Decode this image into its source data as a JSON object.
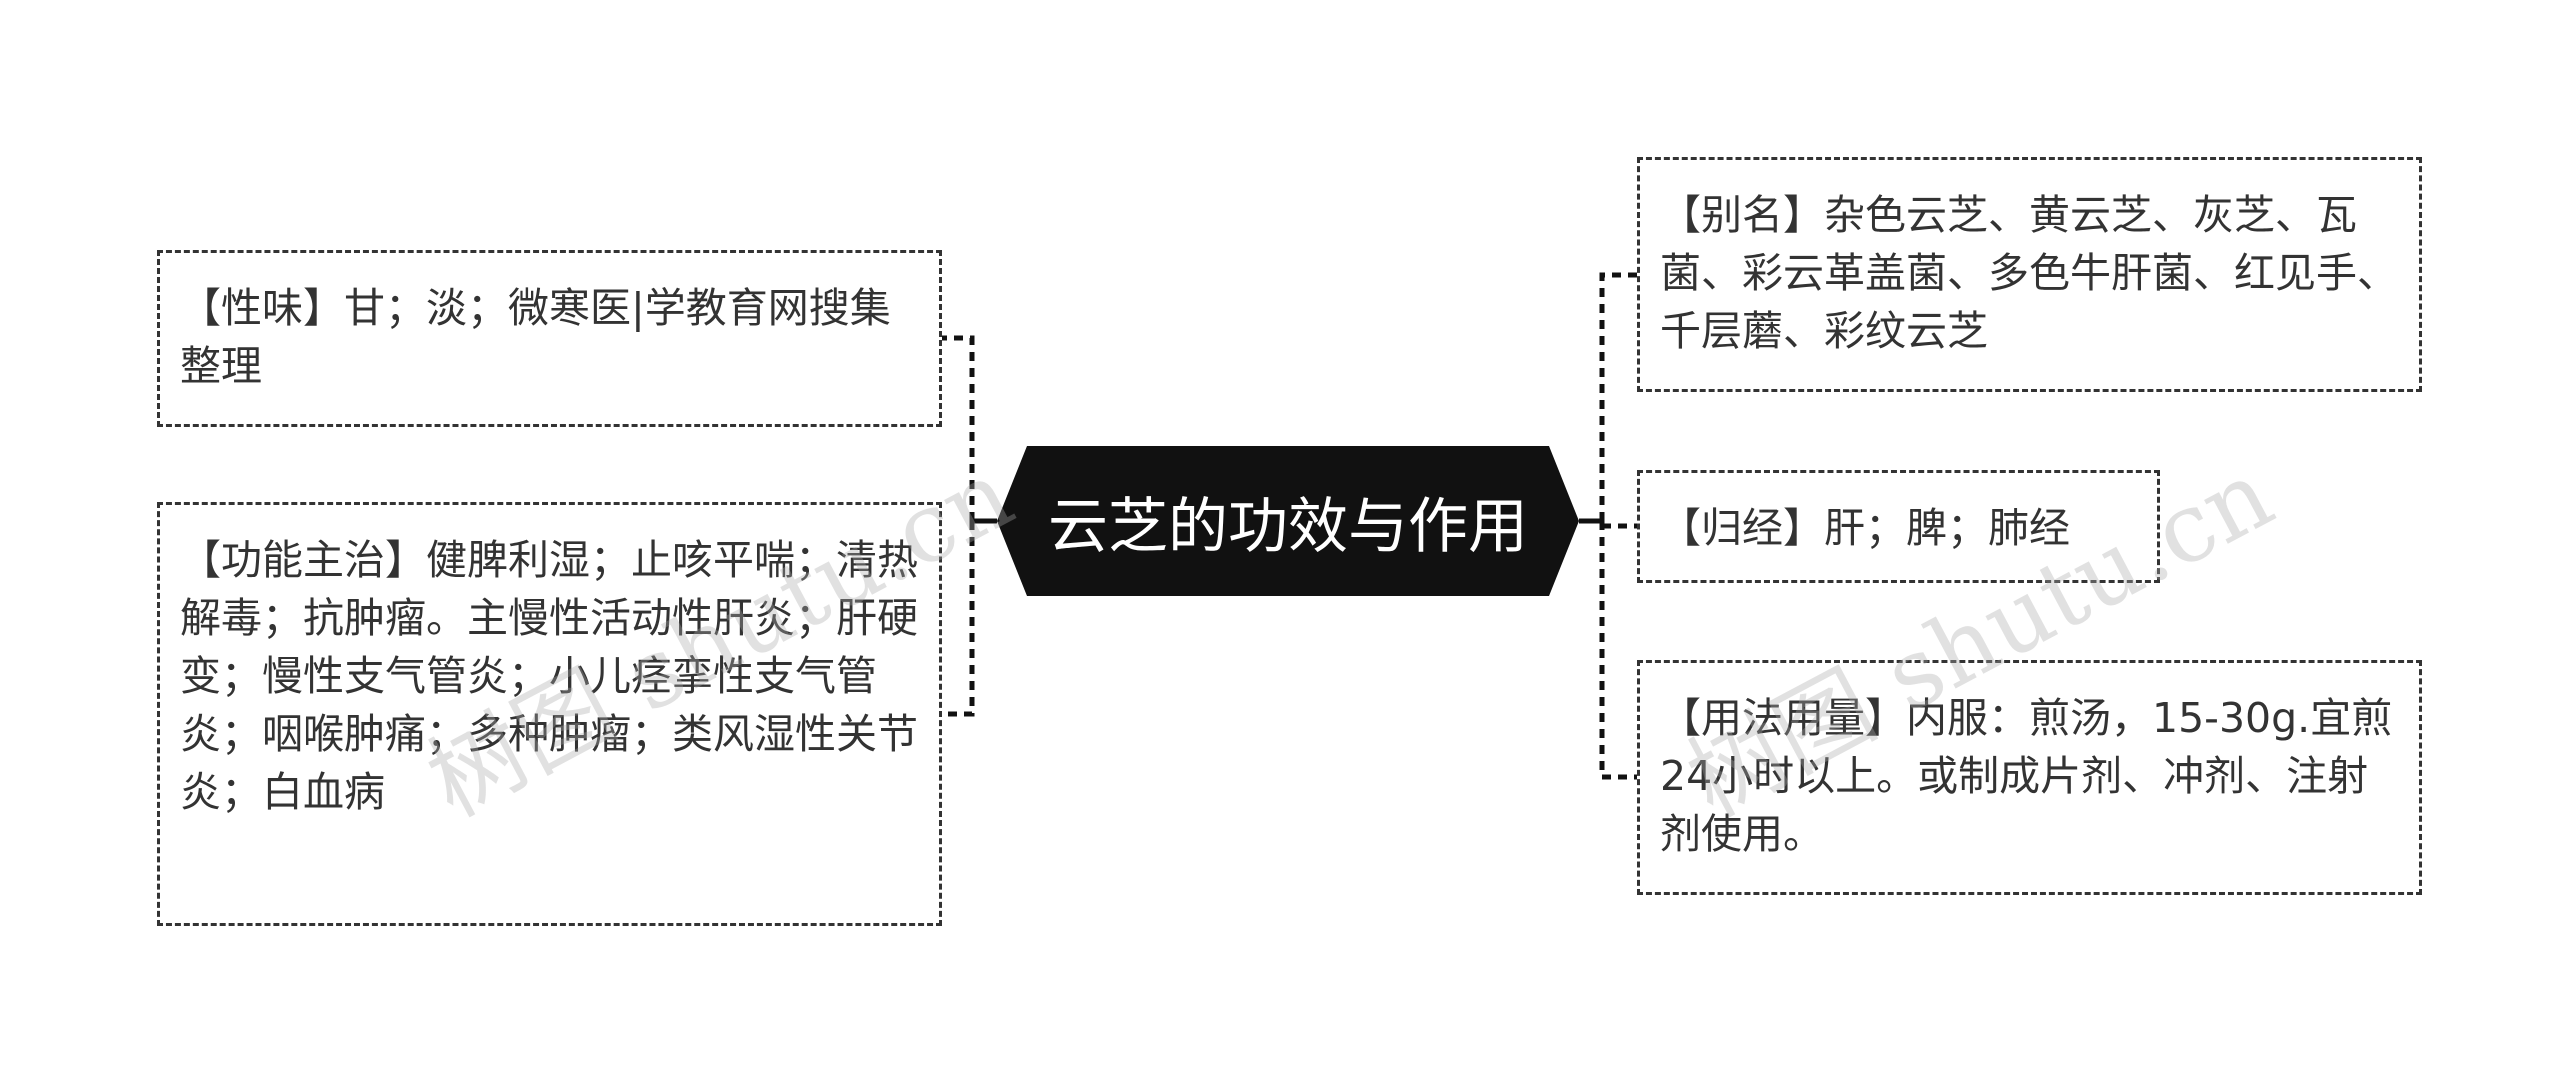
{
  "central_topic": "云芝的功效与作用",
  "left_branches": [
    {
      "text": "【性味】甘；淡；微寒医|学教育网搜集整理"
    },
    {
      "text": "【功能主治】健脾利湿；止咳平喘；清热解毒；抗肿瘤。主慢性活动性肝炎；肝硬变；慢性支气管炎；小儿痉挛性支气管炎；咽喉肿痛；多种肿瘤；类风湿性关节炎；白血病"
    }
  ],
  "right_branches": [
    {
      "text": "【别名】杂色云芝、黄云芝、灰芝、瓦菌、彩云革盖菌、多色牛肝菌、红见手、千层蘑、彩纹云芝"
    },
    {
      "text": "【归经】肝；脾；肺经"
    },
    {
      "text": "【用法用量】内服：煎汤，15-30g.宜煎24小时以上。或制成片剂、冲剂、注射剂使用。"
    }
  ],
  "watermark": "树图 shutu.cn",
  "colors": {
    "center_fill": "#111111",
    "center_text": "#ffffff",
    "line": "#111111",
    "node_border": "#333333",
    "text": "#333333"
  }
}
